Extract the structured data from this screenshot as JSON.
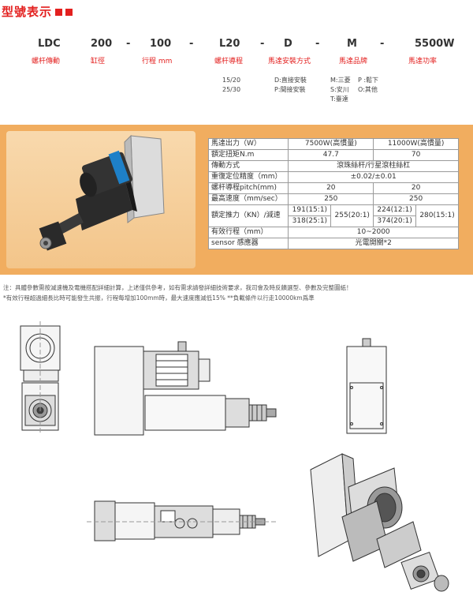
{
  "title": "型號表示",
  "codes": [
    "LDC",
    "200",
    "-",
    "100",
    "-",
    "L20",
    "-",
    "D",
    "-",
    "M",
    "-",
    "5500W"
  ],
  "code_labels": [
    "螺杆傳動",
    "缸徑",
    "行程 mm",
    "螺杆導程",
    "馬達安裝方式",
    "馬達品牌",
    "馬達功率"
  ],
  "options": {
    "lead": [
      "15/20",
      "25/30"
    ],
    "mount": [
      "D:直接安裝",
      "P:間接安裝"
    ],
    "brand_a": [
      "M:三菱",
      "S:安川",
      "T:臺達"
    ],
    "brand_b": [
      "P :鬆下",
      "O:其他"
    ]
  },
  "spec": {
    "motor_output_label": "馬達出力（W）",
    "col1": "7500W(高慣量)",
    "col2": "11000W(高慣量)",
    "torque_label": "額定扭矩N.m",
    "torque1": "47.7",
    "torque2": "70",
    "drive_label": "傳動方式",
    "drive_value": "滾珠絲杆/行星滾柱絲杠",
    "repeat_label": "重復定位精度（mm）",
    "repeat_value": "±0.02/±0.01",
    "pitch_label": "螺杆導程pitch(mm)",
    "pitch1": "20",
    "pitch2": "20",
    "speed_label": "最高速度（mm/sec）",
    "speed1": "250",
    "speed2": "250",
    "thrust_label": "額定推力（KN）/減速",
    "thrust": [
      "191(15:1)",
      "255(20:1)",
      "224(12:1)",
      "280(15:1)",
      "318(25:1)",
      "",
      "374(20:1)",
      ""
    ],
    "stroke_label": "有效行程（mm）",
    "stroke_value": "10~2000",
    "sensor_label": "sensor 感應器",
    "sensor_value": "光電開關*2"
  },
  "notes": [
    "注：具體參數需按減速機及電機搭配詳細計算，上述僅供參考，如有需求請發詳細技術要求，我司會及時反饋選型、參數及完整圖紙！",
    "*有效行程超過細長比時可能發生共振，行程每增加100mm時，最大速度應減低15%   **負載條件以行走10000km爲準"
  ]
}
